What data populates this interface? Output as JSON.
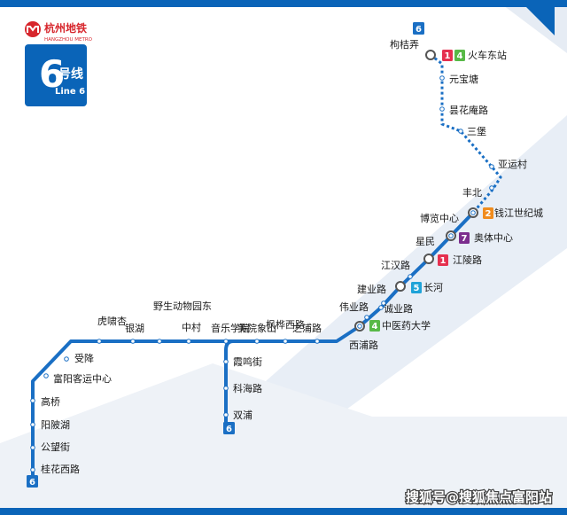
{
  "logo": {
    "name": "杭州地铁",
    "sub": "HANGZHOU METRO",
    "brand_color": "#d7262c"
  },
  "line_card": {
    "number": "6",
    "cn": "号线",
    "en": "Line 6",
    "color": "#0a64b8"
  },
  "line_color": "#1a6fc4",
  "terminal_badge": "6",
  "stations": [
    {
      "id": "goujinong",
      "name": "枸桔弄"
    },
    {
      "id": "huochedong",
      "name": "火车东站",
      "transfers": [
        "1",
        "4"
      ]
    },
    {
      "id": "yuanbaotang",
      "name": "元宝塘"
    },
    {
      "id": "tanhuaan",
      "name": "昙花庵路"
    },
    {
      "id": "sanbao",
      "name": "三堡"
    },
    {
      "id": "yayuncun",
      "name": "亚运村"
    },
    {
      "id": "fengbei",
      "name": "丰北"
    },
    {
      "id": "qianjiang",
      "name": "钱江世纪城",
      "transfers": [
        "2"
      ]
    },
    {
      "id": "bolanzhongxin",
      "name": "博览中心"
    },
    {
      "id": "aotizhongxin",
      "name": "奥体中心",
      "transfers": [
        "7"
      ]
    },
    {
      "id": "xingmin",
      "name": "星民"
    },
    {
      "id": "jianglinglu",
      "name": "江陵路",
      "transfers": [
        "1"
      ]
    },
    {
      "id": "jianghanlu",
      "name": "江汉路"
    },
    {
      "id": "changhe",
      "name": "长河",
      "transfers": [
        "5"
      ]
    },
    {
      "id": "jianyelu",
      "name": "建业路"
    },
    {
      "id": "chengyelu",
      "name": "诚业路"
    },
    {
      "id": "weiyelu",
      "name": "伟业路"
    },
    {
      "id": "zhongyiyao",
      "name": "中医药大学",
      "transfers": [
        "4"
      ]
    },
    {
      "id": "xipulu",
      "name": "西浦路"
    },
    {
      "id": "zhipulu",
      "name": "之浦路"
    },
    {
      "id": "fenghuaxilu",
      "name": "枫桦西路"
    },
    {
      "id": "meiyuanxiangshan",
      "name": "美院象山"
    },
    {
      "id": "yinyuexueyuan",
      "name": "音乐学院"
    },
    {
      "id": "zhongcun",
      "name": "中村"
    },
    {
      "id": "shengtaidongwuyuan",
      "name": "野生动物园东"
    },
    {
      "id": "yinhu",
      "name": "银湖"
    },
    {
      "id": "huxiaoxing",
      "name": "虎啸杏"
    },
    {
      "id": "shoujiang",
      "name": "受降"
    },
    {
      "id": "fuyangkeyun",
      "name": "富阳客运中心"
    },
    {
      "id": "gaoqiao",
      "name": "高桥"
    },
    {
      "id": "yangbeihu",
      "name": "阳陂湖"
    },
    {
      "id": "gongwangjie",
      "name": "公望街"
    },
    {
      "id": "guihuaxilu",
      "name": "桂花西路"
    },
    {
      "id": "xiamingjie",
      "name": "霞鸣街"
    },
    {
      "id": "kehailu",
      "name": "科海路"
    },
    {
      "id": "shuangpu",
      "name": "双浦"
    }
  ],
  "transfer_colors": {
    "1": "#e5304f",
    "2": "#f08c1e",
    "4": "#58b947",
    "5": "#1fa3d8",
    "7": "#7b2d8e"
  },
  "watermark": "搜狐号@搜狐焦点富阳站"
}
